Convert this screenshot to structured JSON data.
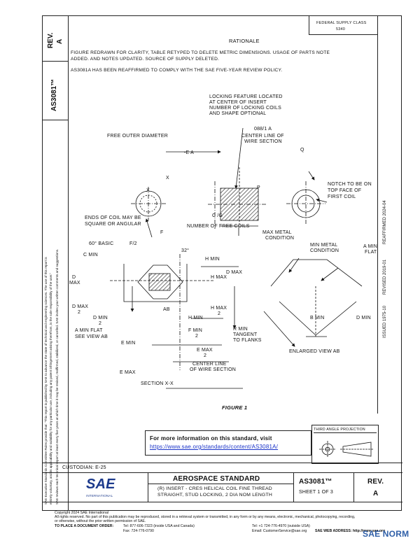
{
  "doc": {
    "rev_label": "REV.",
    "rev_value": "A",
    "doc_number": "AS3081™",
    "rationale_title": "RATIONALE",
    "rationale_text_1": "FIGURE REDRAWN FOR CLARITY, TABLE RETYPED TO DELETE METRIC DIMENSIONS. USAGE OF PARTS NOTE",
    "rationale_text_2": "ADDED. AND NOTES UPDATED. SOURCE OF SUPPLY DELETED.",
    "reaffirm_text": "AS3081A HAS BEEN REAFFIRMED TO COMPLY WITH THE SAE FIVE-YEAR REVIEW POLICY.",
    "fsc_label": "FEDERAL SUPPLY CLASS",
    "fsc_value": "5340"
  },
  "side_notes": {
    "line1": "SAE Executive Standards Committee Rules provide that: \"This report is published by SAE to advance the state of technical and engineering sciences. The use of this report is",
    "line2": "entirely voluntary, and its applicability and suitability for any particular use, including any patent infringement arising therefrom, is the sole responsibility of the user.\"",
    "line3": "SAE reviews each technical report at least every five years at which time it may be revised, reaffirmed, stabilized, or cancelled. SAE invites your written comments and suggestions.",
    "issued": "ISSUED 1975-10",
    "revised": "REVISED 2019-01",
    "reaffirmed": "REAFFIRMED 2024-04"
  },
  "figure": {
    "labels": {
      "locking_1": "LOCKING FEATURE LOCATED",
      "locking_2": "AT CENTER OF INSERT",
      "locking_3": "NUMBER OF LOCKING COILS",
      "locking_4": "AND SHAPE OPTIONAL",
      "angle": "088/1 A",
      "centerline_1": "CENTER LINE OF",
      "centerline_2": "WIRE SECTION",
      "free_outer": "FREE OUTER DIAMETER",
      "e_a": "-E A",
      "q": "Q",
      "x_top": "X",
      "x_circle": "X",
      "p": "P",
      "notch_1": "NOTCH TO BE ON",
      "notch_2": "TOP FACE OF",
      "notch_3": "FIRST COIL",
      "c_g": "C /G",
      "num_free_coils": "NUMBER OF FREE COILS",
      "ends_1": "ENDS OF COIL MAY BE",
      "ends_2": "SQUARE OR ANGULAR",
      "f_box": "F",
      "basic_60": "60° BASIC",
      "f_half": "F/2",
      "deg_32": "32°",
      "c_min": "C MIN",
      "h_min": "H MIN",
      "d_max": "D MAX",
      "d_max_left_1": "D",
      "d_max_left_2": "MAX",
      "h_max": "H MAX",
      "max_metal_1": "MAX METAL",
      "max_metal_2": "CONDITION",
      "min_metal_1": "MIN METAL",
      "min_metal_2": "CONDITION",
      "a_min_flat_r_1": "A MIN",
      "a_min_flat_r_2": "FLAT",
      "d_max_2a": "D MAX",
      "d_max_2b": "2",
      "ab": "AB",
      "h_max_2a": "H MAX",
      "h_max_2b": "2",
      "d_min_2a": "D MIN",
      "d_min_2b": "2",
      "h_min_2": "H MIN",
      "a_min_flat_1": "A MIN FLAT",
      "a_min_flat_2": "SEE VIEW AB",
      "f_min_a": "F MIN",
      "f_min_b": "2",
      "e_min": "E MIN",
      "r_min_1": "R MIN",
      "r_min_2": "TANGENT",
      "r_min_3": "TO FLANKS",
      "b_min": "B MIN",
      "d_min_r": "D MIN",
      "e_max_2a": "E MAX",
      "e_max_2b": "2",
      "cl_wire_1": "CENTER LINE",
      "cl_wire_2": "OF WIRE SECTION",
      "e_max": "E MAX",
      "section_xx": "SECTION X-X",
      "enlarged": "ENLARGED VIEW AB",
      "figure_caption": "FIGURE 1"
    }
  },
  "info": {
    "heading": "For more information on this standard, visit",
    "link": "https://www.sae.org/standards/content/AS3081A/"
  },
  "projection": {
    "label": "THIRD ANGLE PROJECTION"
  },
  "title_block": {
    "custodian": "CUSTODIAN: E-25",
    "logo_text": "SAE",
    "logo_sub": "INTERNATIONAL",
    "standard_title": "AEROSPACE STANDARD",
    "desc_1": "(R) INSERT - CRES HELICAL COIL FINE THREAD",
    "desc_2": "STRAIGHT, STUD LOCKING, 2 DIA NOM LENGTH",
    "number": "AS3081™",
    "sheet": "SHEET 1 OF 3",
    "rev_label": "REV.",
    "rev_value": "A"
  },
  "footer": {
    "copyright": "Copyright 2024 SAE International",
    "rights": "All rights reserved. No part of this publication may be reproduced, stored in a retrieval system or transmitted, in any form or by any means, electronic, mechanical, photocopying, recording,",
    "rights2": "or otherwise, without the prior written permission of SAE.",
    "order_label": "TO PLACE A DOCUMENT ORDER:",
    "tel": "Tel: 877-606-7323 (inside USA and Canada)",
    "tel2": "Tel: +1 724-776-4970 (outside USA)",
    "fax": "Fax: 724-776-0790",
    "email": "Email: CustomerService@sae.org",
    "web": "SAE WEB ADDRESS: http://www.sae.org"
  },
  "watermark": "SAE NORM"
}
